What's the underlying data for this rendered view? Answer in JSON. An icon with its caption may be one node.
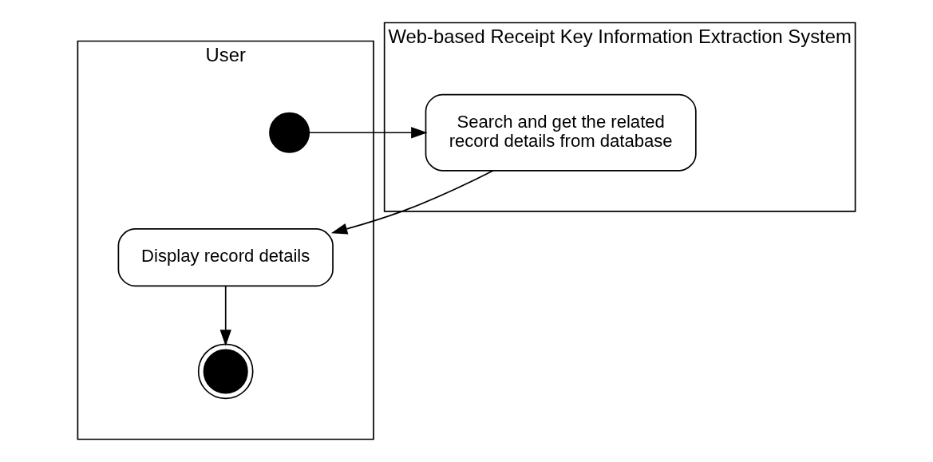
{
  "diagram": {
    "nodes": [
      {
        "text": [
          "User"
        ]
      },
      {
        "text": [
          "Web-based Receipt Key Information Extraction System"
        ]
      },
      {
        "text": [],
        "shape": "circle",
        "in": 0
      },
      {
        "text": [
          "Search and get the related record details from database"
        ],
        "in": 1
      },
      {
        "text": [
          "Display record details"
        ],
        "in": 0
      },
      {
        "text": [],
        "shape": "circle",
        "in": 0
      }
    ],
    "edges": [
      {
        "from": 2,
        "to": 3,
        "arrow": "to"
      },
      {
        "from": 3,
        "to": 4,
        "arrow": "to"
      },
      {
        "from": 4,
        "to": 5,
        "arrow": "to"
      }
    ]
  }
}
